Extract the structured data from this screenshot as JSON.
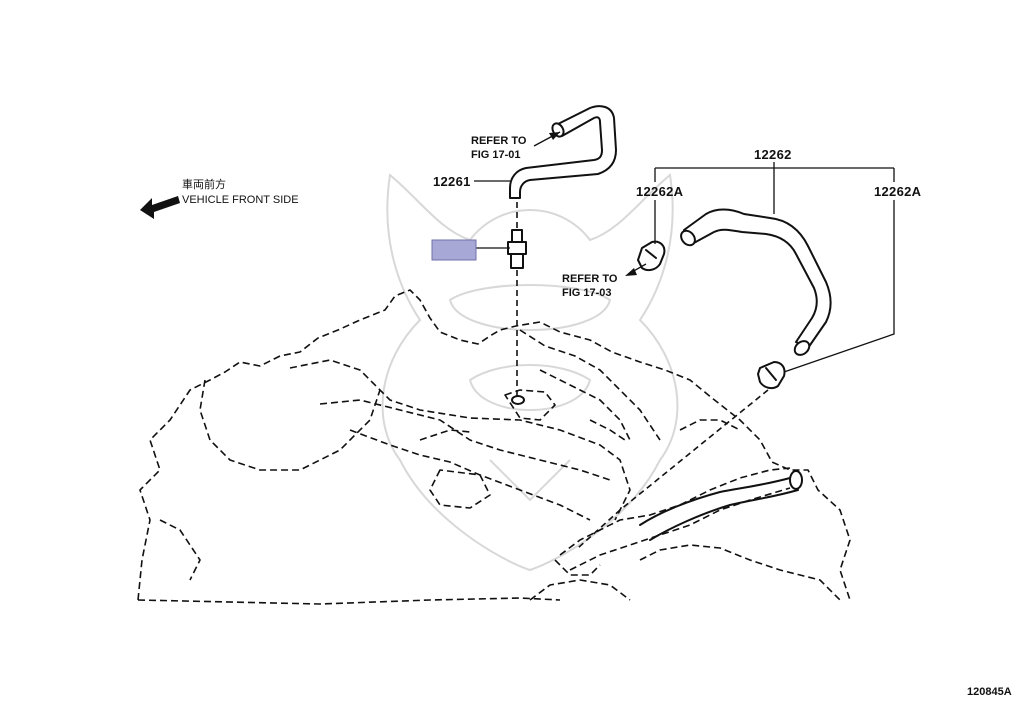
{
  "labels": {
    "hose_main": "12261",
    "hose_main_refer_line1": "REFER TO",
    "hose_main_refer_line2": "FIG 17-01",
    "hose_group": "12262",
    "clamp_left": "12262A",
    "clamp_right": "12262A",
    "clamp_refer_line1": "REFER TO",
    "clamp_refer_line2": "FIG 17-03",
    "front_side_jp": "車両前方",
    "front_side_en": "VEHICLE FRONT SIDE",
    "figure_code": "120845A"
  },
  "colors": {
    "line": "#111111",
    "redacted_box": "#a7a8d6",
    "watermark": "#d8d8d8"
  }
}
